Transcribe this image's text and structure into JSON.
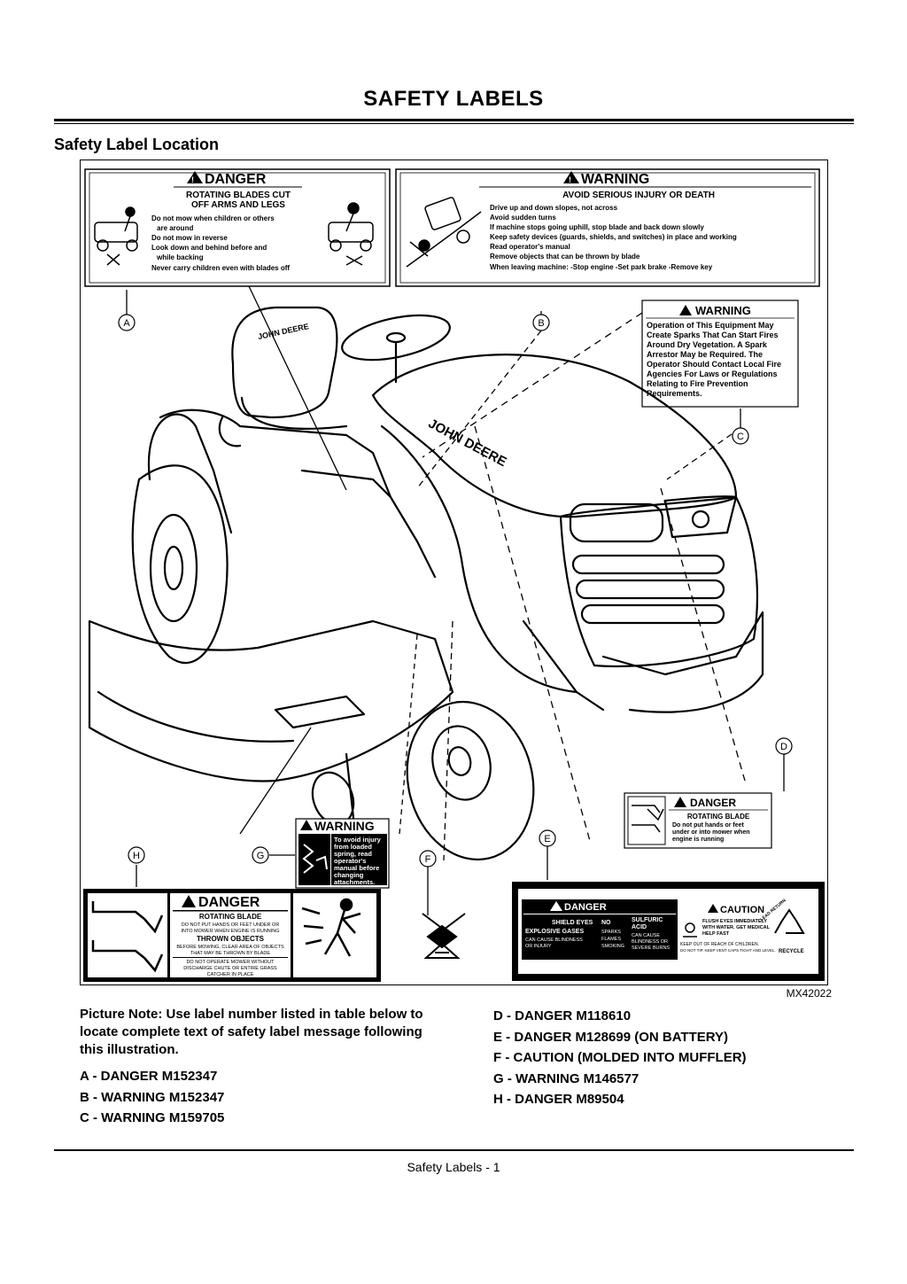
{
  "header": {
    "page_title": "SAFETY LABELS",
    "section_heading": "Safety Label Location"
  },
  "figure": {
    "id": "MX42022",
    "callouts": [
      "A",
      "B",
      "C",
      "D",
      "E",
      "F",
      "G",
      "H"
    ],
    "label_a": {
      "title": "DANGER",
      "subtitle_1": "ROTATING BLADES CUT",
      "subtitle_2": "OFF ARMS AND LEGS",
      "bullets": [
        "Do not mow when children or others",
        "are around",
        "Do not mow in reverse",
        "Look down and behind before and",
        "while backing",
        "Never carry children even with blades off"
      ]
    },
    "label_b": {
      "title": "WARNING",
      "subtitle": "AVOID SERIOUS INJURY OR DEATH",
      "bullets": [
        "Drive up and down slopes, not across",
        "Avoid sudden turns",
        "If machine stops going uphill, stop blade and back down slowly",
        "Keep safety devices (guards, shields, and switches) in place and working",
        "Read operator's manual",
        "Remove objects that can be thrown by blade",
        "When leaving machine: -Stop engine -Set park brake -Remove key"
      ]
    },
    "label_c": {
      "title": "WARNING",
      "lines": [
        "Operation of This Equipment May",
        "Create Sparks That Can Start Fires",
        "Around Dry Vegetation. A Spark",
        "Arrestor May be Required. The",
        "Operator Should Contact Local Fire",
        "Agencies For Laws or Regulations",
        "Relating to Fire Prevention",
        "Requirements."
      ]
    },
    "label_d": {
      "title": "DANGER",
      "subtitle": "ROTATING BLADE",
      "lines": [
        "Do not put hands or feet",
        "under or into mower when",
        "engine is running"
      ]
    },
    "label_e": {
      "danger_title": "DANGER",
      "caution_title": "CAUTION",
      "col_1": [
        "SHIELD EYES",
        "EXPLOSIVE GASES",
        "CAN CAUSE BLINDNESS",
        "OR INJURY"
      ],
      "col_2": [
        "NO",
        "SPARKS",
        "FLAMES",
        "SMOKING"
      ],
      "col_3": [
        "SULFURIC",
        "ACID",
        "CAN CAUSE",
        "BLINDNESS OR",
        "SEVERE BURNS"
      ],
      "caution_lines": [
        "FLUSH EYES IMMEDIATELY",
        "WITH WATER. GET MEDICAL",
        "HELP FAST",
        "KEEP OUT OF REACH OF CHILDREN.",
        "DO NOT TIP. KEEP VENT CAPS TIGHT AND LEVEL."
      ],
      "recycle_text": "RECYCLE",
      "lead_return_text": "LEAD RETURN"
    },
    "label_g": {
      "title": "WARNING",
      "lines": [
        "To avoid injury",
        "from loaded",
        "spring, read",
        "operator's",
        "manual before",
        "changing",
        "attachments."
      ]
    },
    "label_h": {
      "title": "DANGER",
      "subtitle": "ROTATING BLADE",
      "lines_1": [
        "DO NOT PUT HANDS OR FEET UNDER OR",
        "INTO MOWER WHEN ENGINE IS RUNNING"
      ],
      "subtitle_2": "THROWN OBJECTS",
      "lines_2": [
        "BEFORE MOWING, CLEAR AREA OF OBJECTS",
        "THAT MAY BE THROWN BY BLADE"
      ],
      "lines_3": [
        "DO NOT OPERATE MOWER WITHOUT",
        "DISCHARGE CHUTE OR ENTIRE GRASS",
        "CATCHER IN PLACE"
      ]
    },
    "tractor_brand": "JOHN DEERE"
  },
  "notes": {
    "picture_note": "Picture Note: Use label number listed in table below to locate complete text of safety label message following this illustration.",
    "items_left": [
      "A  - DANGER M152347",
      "B  - WARNING M152347",
      "C  - WARNING M159705"
    ],
    "items_right": [
      "D  - DANGER M118610",
      "E  - DANGER M128699 (ON BATTERY)",
      "F  - CAUTION (MOLDED INTO MUFFLER)",
      "G  - WARNING M146577",
      "H  - DANGER M89504"
    ]
  },
  "footer": {
    "page_label": "Safety Labels - 1"
  }
}
